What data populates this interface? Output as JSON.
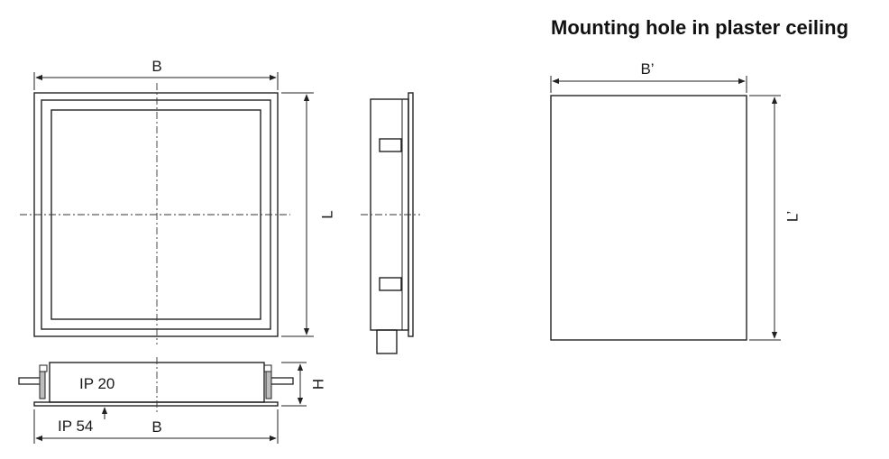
{
  "title": "Mounting hole in plaster ceiling",
  "labels": {
    "front_width": "B",
    "front_length": "L",
    "bottom_width": "B",
    "height": "H",
    "ip20": "IP 20",
    "ip54": "IP 54",
    "hole_width": "B’",
    "hole_length": "L’"
  },
  "colors": {
    "line": "#222222",
    "background": "#ffffff"
  }
}
